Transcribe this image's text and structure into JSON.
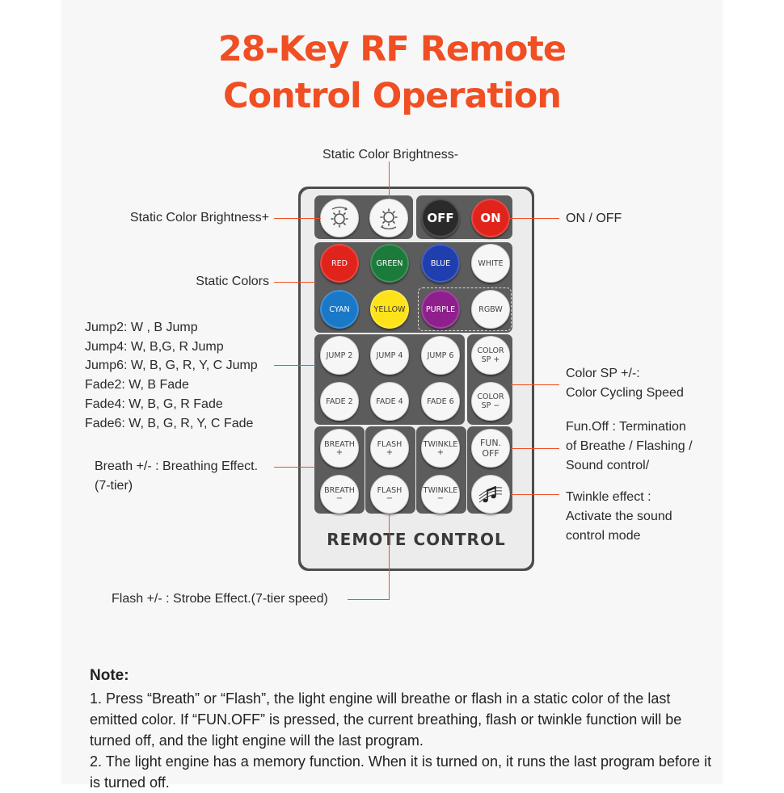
{
  "title": {
    "line1": "28-Key RF Remote",
    "line2": "Control Operation"
  },
  "labels": {
    "brightness_minus": "Static Color Brightness-",
    "brightness_plus": "Static Color Brightness+",
    "on_off": "ON / OFF",
    "static_colors": "Static Colors",
    "jump_fade_lines": [
      "Jump2: W , B Jump",
      "Jump4: W, B,G, R Jump",
      "Jump6: W,  B, G, R, Y, C Jump",
      "Fade2: W,  B Fade",
      "Fade4: W, B, G, R Fade",
      "Fade6: W, B, G, R, Y, C Fade"
    ],
    "color_sp_lines": [
      "Color SP +/-:",
      "Color Cycling Speed"
    ],
    "fun_off_lines": [
      "Fun.Off : Termination",
      "of Breathe / Flashing /",
      "Sound control/"
    ],
    "breath_lines": [
      "Breath +/- : Breathing Effect.",
      "(7-tier)"
    ],
    "twinkle_lines": [
      "Twinkle effect :",
      "Activate the sound",
      "control mode"
    ],
    "flash": "Flash +/- : Strobe Effect.(7-tier speed)"
  },
  "remote": {
    "off": "OFF",
    "on": "ON",
    "colors": {
      "red": "RED",
      "green": "GREEN",
      "blue": "BLUE",
      "white": "WHITE",
      "cyan": "CYAN",
      "yellow": "YELLOW",
      "purple": "PURPLE",
      "rgbw": "RGBW"
    },
    "jump2": "JUMP 2",
    "jump4": "JUMP 4",
    "jump6": "JUMP 6",
    "fade2": "FADE 2",
    "fade4": "FADE 4",
    "fade6": "FADE 6",
    "color_sp": "COLOR",
    "sp_plus": "SP +",
    "sp_minus": "SP −",
    "breath": "BREATH",
    "flash": "FLASH",
    "twinkle": "TWINKLE",
    "plus": "+",
    "minus": "−",
    "fun_off_1": "FUN.",
    "fun_off_2": "OFF",
    "footer": "REMOTE CONTROL"
  },
  "note": {
    "title": "Note:",
    "line1": "1. Press “Breath” or “Flash”, the light engine will breathe or flash in a static color of the last emitted color. If “FUN.OFF” is pressed, the current breathing, flash or twinkle function will be turned off, and the light engine will the last program.",
    "line2": "2. The light engine has a memory function. When it is turned on, it runs the last program before it is turned off."
  },
  "colors": {
    "accent": "#f04e23",
    "red": "#e0241c",
    "green": "#1c7a3a",
    "blue": "#1f3fae",
    "cyan": "#1a78c8",
    "yellow": "#ffe31a",
    "purple": "#8e1f8c",
    "dark": "#2a2a2a"
  }
}
